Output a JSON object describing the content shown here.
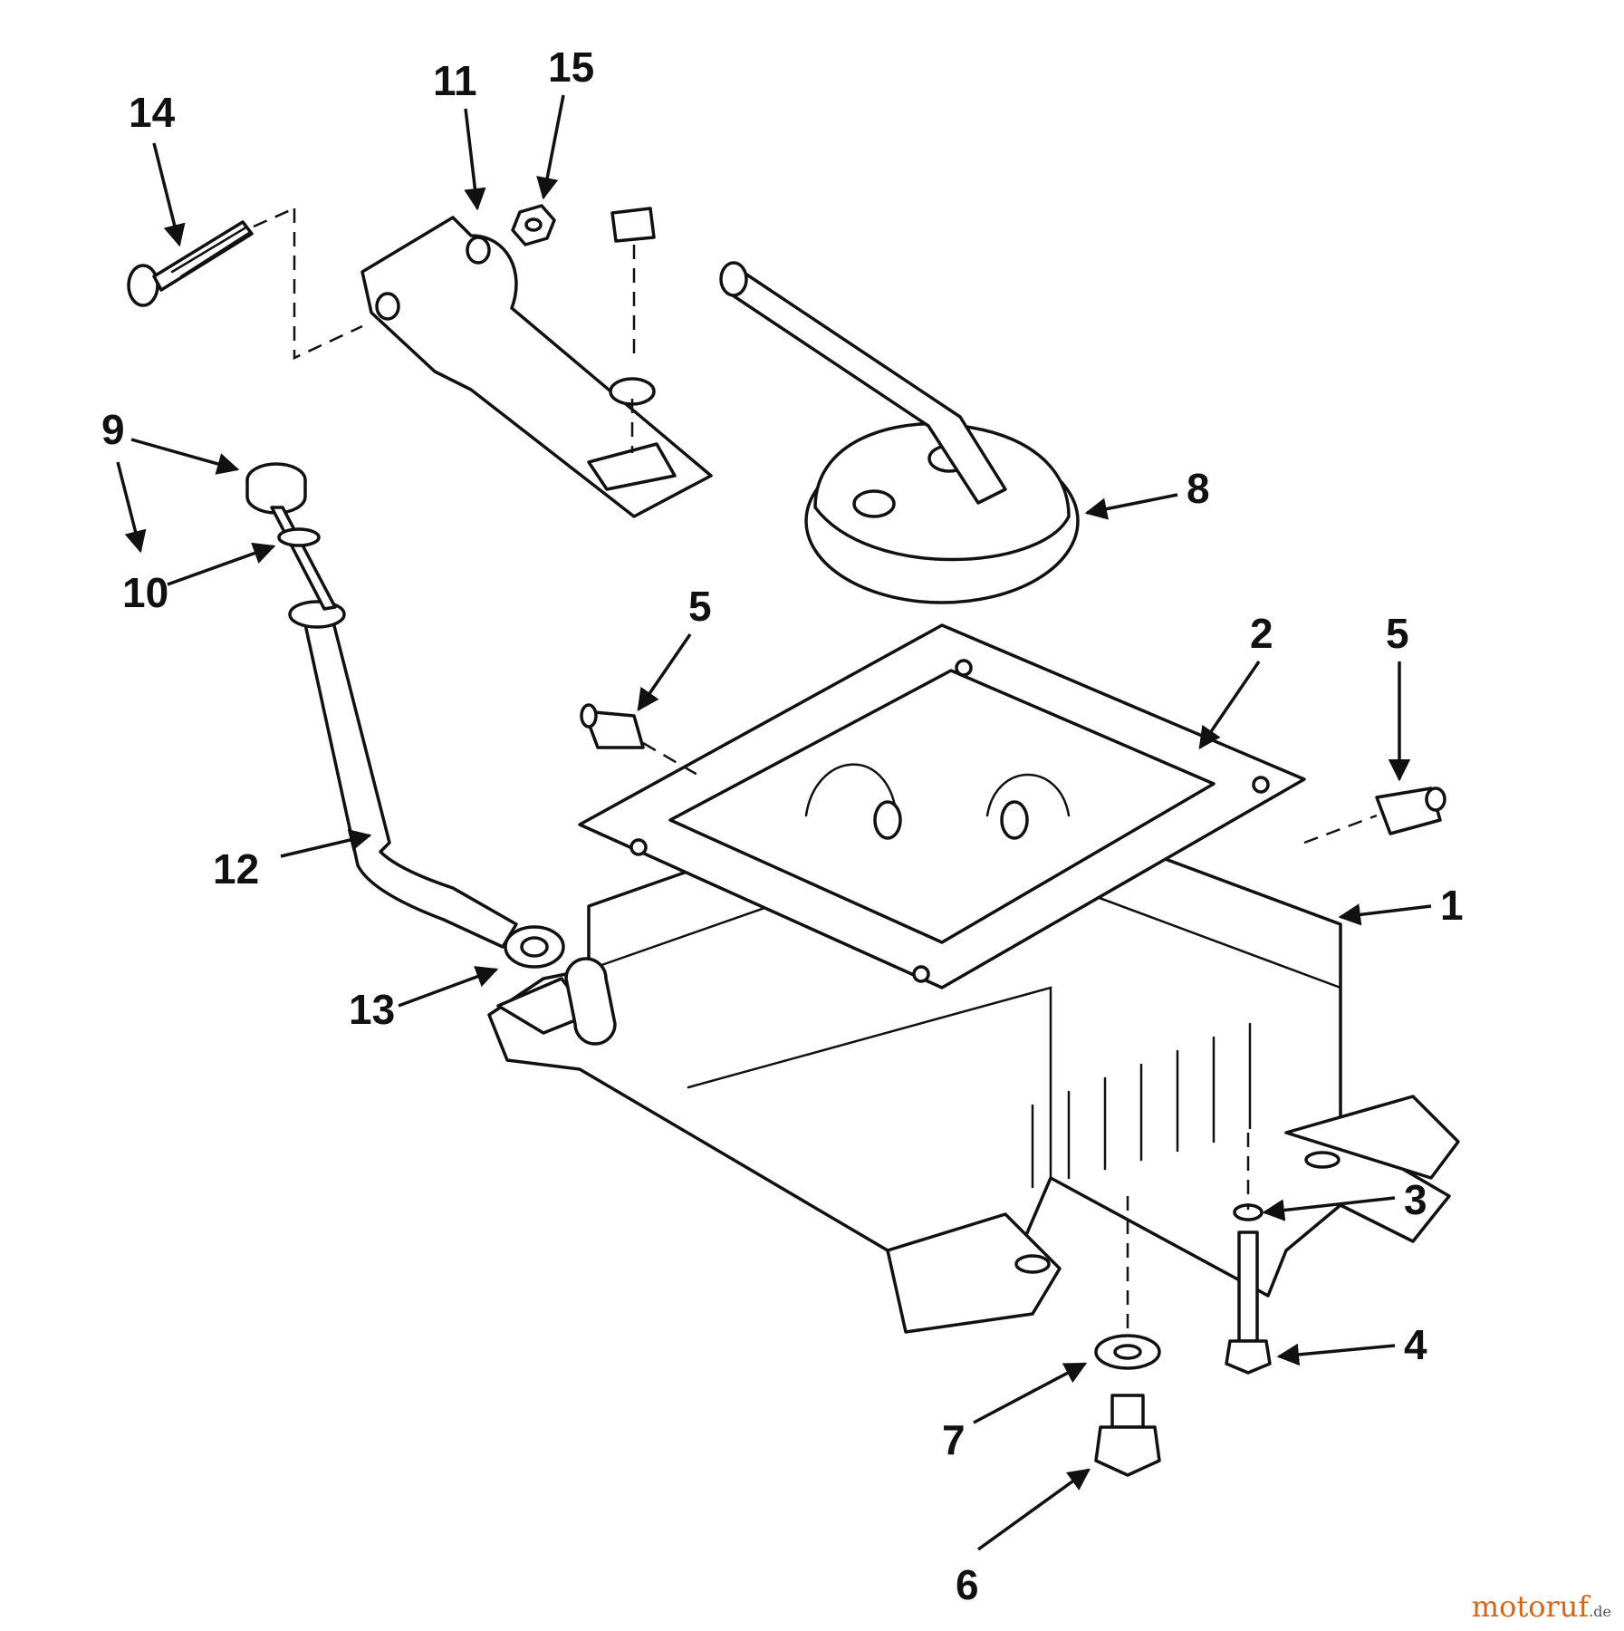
{
  "callouts": {
    "c1": "1",
    "c2": "2",
    "c3": "3",
    "c4": "4",
    "c5a": "5",
    "c5b": "5",
    "c6": "6",
    "c7": "7",
    "c8": "8",
    "c9": "9",
    "c10": "10",
    "c11": "11",
    "c12": "12",
    "c13": "13",
    "c14": "14",
    "c15": "15"
  },
  "watermark": {
    "main": "motoruf",
    "suffix": ".de"
  },
  "colors": {
    "line": "#111111",
    "background": "#ffffff",
    "watermark": "#d4661a"
  }
}
